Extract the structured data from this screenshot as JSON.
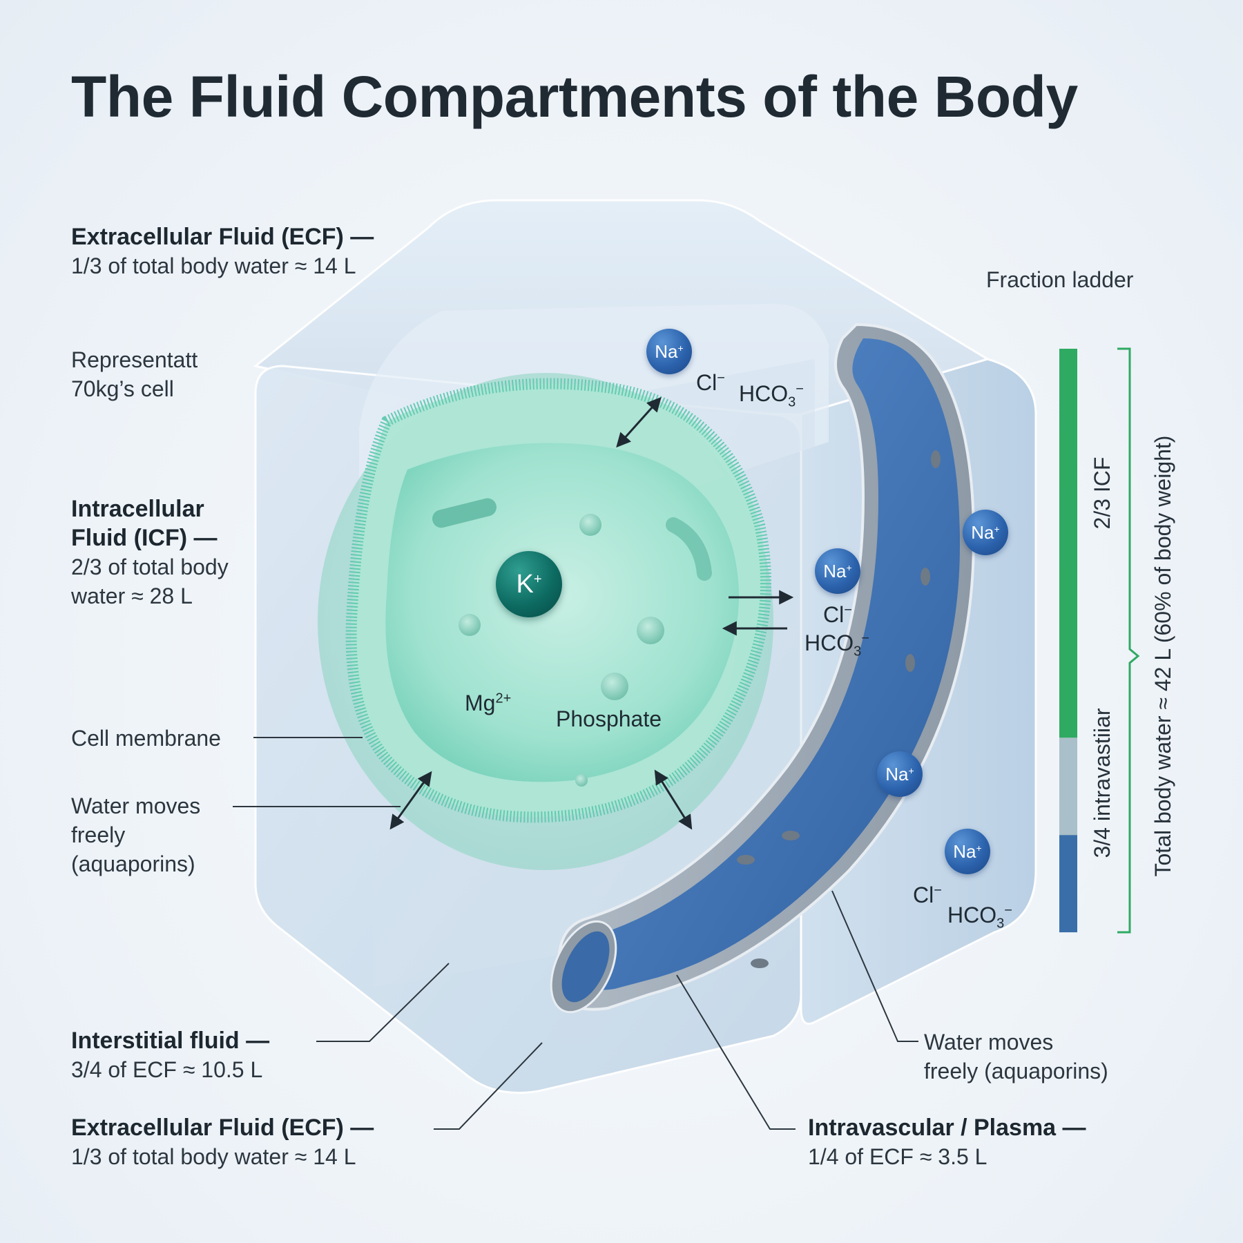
{
  "title": "The Fluid Compartments of the Body",
  "labels": {
    "ecf_top_title": "Extracellular Fluid (ECF) —",
    "ecf_top_desc": "1/3 of total body water ≈ 14 L",
    "rep_line1": "Representatt",
    "rep_line2": "70kg’s cell",
    "icf_title1": "Intracellular",
    "icf_title2": "Fluid (ICF) —",
    "icf_desc1": "2/3 of total body",
    "icf_desc2": "water ≈ 28 L",
    "cell_membrane": "Cell membrane",
    "water_moves_left1": "Water moves",
    "water_moves_left2": "freely",
    "water_moves_left3": "(aquaporins)",
    "interstitial_title": "Interstitial fluid —",
    "interstitial_desc": "3/4 of ECF ≈ 10.5 L",
    "ecf_bottom_title": "Extracellular Fluid (ECF) —",
    "ecf_bottom_desc": "1/3 of total body water ≈ 14 L",
    "water_moves_right1": "Water moves",
    "water_moves_right2": "freely (aquaporins)",
    "plasma_title": "Intravascular / Plasma —",
    "plasma_desc": "1/4 of ECF ≈ 3.5 L"
  },
  "ions": {
    "na": "Na",
    "plus": "+",
    "k": "K",
    "cl": "Cl",
    "minus": "−",
    "hco": "HCO",
    "sub3": "3",
    "mg": "Mg",
    "two_plus": "2+",
    "phosphate": "Phosphate"
  },
  "ladder": {
    "heading": "Fraction ladder",
    "icf_label": "2/3 ICF",
    "intravascular_label": "3/4 intravastiiar",
    "total_label": "Total body water ≈ 42 L (60% of body weight)",
    "segments": [
      {
        "name": "ICF",
        "fraction": 0.6667,
        "color": "#2eaa62"
      },
      {
        "name": "interstitial",
        "fraction": 0.1667,
        "color": "#a9bfc9"
      },
      {
        "name": "intravascular",
        "fraction": 0.1667,
        "color": "#3a6ea8"
      }
    ]
  },
  "colors": {
    "cell": "#8fe0cb",
    "vessel": "#3f74b8",
    "ecf_box": "#c9dcec",
    "accent_green": "#2eaa62"
  }
}
